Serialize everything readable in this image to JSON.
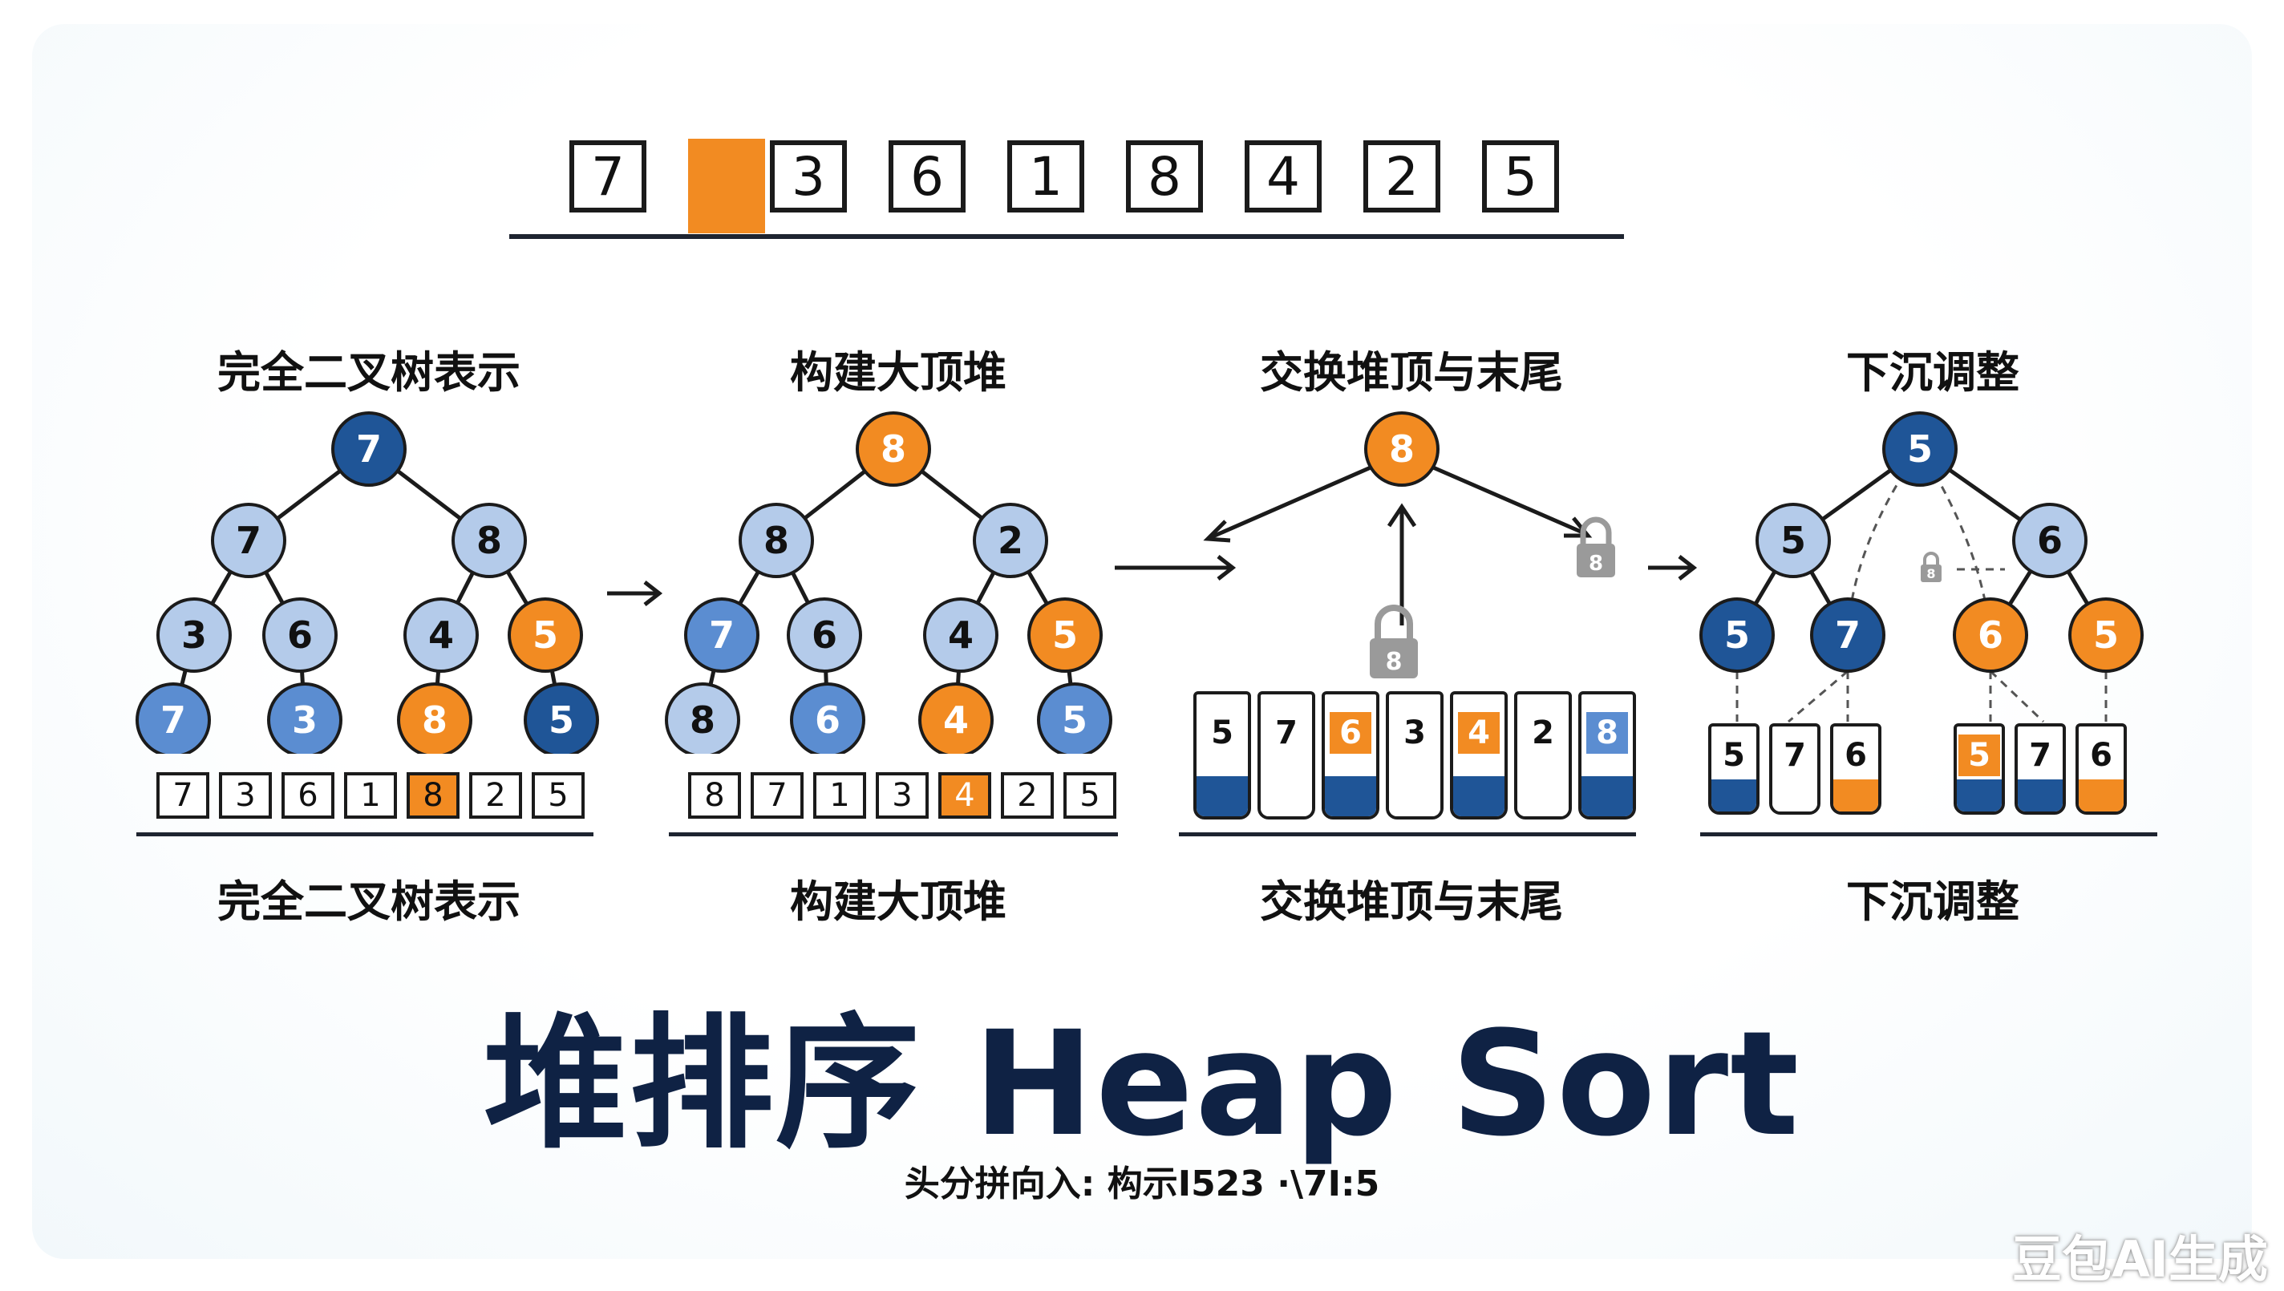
{
  "top_array": {
    "values": [
      "7",
      "",
      "3",
      "6",
      "1",
      "8",
      "4",
      "2",
      "5"
    ],
    "highlight_index": 1
  },
  "panels": [
    {
      "title": "完全二叉树表示",
      "caption": "完全二叉树表示",
      "nodes": [
        "7",
        "7",
        "8",
        "3",
        "6",
        "4",
        "5",
        "7",
        "3",
        "8",
        "5"
      ],
      "array": [
        "7",
        "3",
        "6",
        "1",
        "8",
        "2",
        "5"
      ],
      "array_highlight": 4
    },
    {
      "title": "构建大顶堆",
      "caption": "构建大顶堆",
      "nodes": [
        "8",
        "8",
        "2",
        "7",
        "6",
        "4",
        "5",
        "8",
        "6",
        "4",
        "5"
      ],
      "array": [
        "8",
        "7",
        "1",
        "3",
        "4",
        "2",
        "5"
      ],
      "array_highlight": 4
    },
    {
      "title": "交换堆顶与末尾",
      "caption": "交换堆顶与末尾",
      "root": "8",
      "lock_labels": [
        "8",
        "8"
      ],
      "cups": [
        "5",
        "7",
        "6",
        "3",
        "4",
        "2",
        "8"
      ]
    },
    {
      "title": "下沉调整",
      "caption": "下沉调整",
      "nodes": [
        "5",
        "5",
        "6",
        "5",
        "7",
        "6",
        "5"
      ],
      "lock_label": "8",
      "cups": [
        "5",
        "7",
        "6",
        "5",
        "7",
        "6"
      ]
    }
  ],
  "title": "堆排序 Heap Sort",
  "subtitle": "头分拼向入: 构示I523 ·\\7I:5",
  "watermark": "豆包AI生成",
  "colors": {
    "dark_blue": "#1f5597",
    "mid_blue": "#5b8dd1",
    "light_blue": "#b4cbea",
    "orange": "#f28b22",
    "lock_gray": "#9a9a9a"
  }
}
